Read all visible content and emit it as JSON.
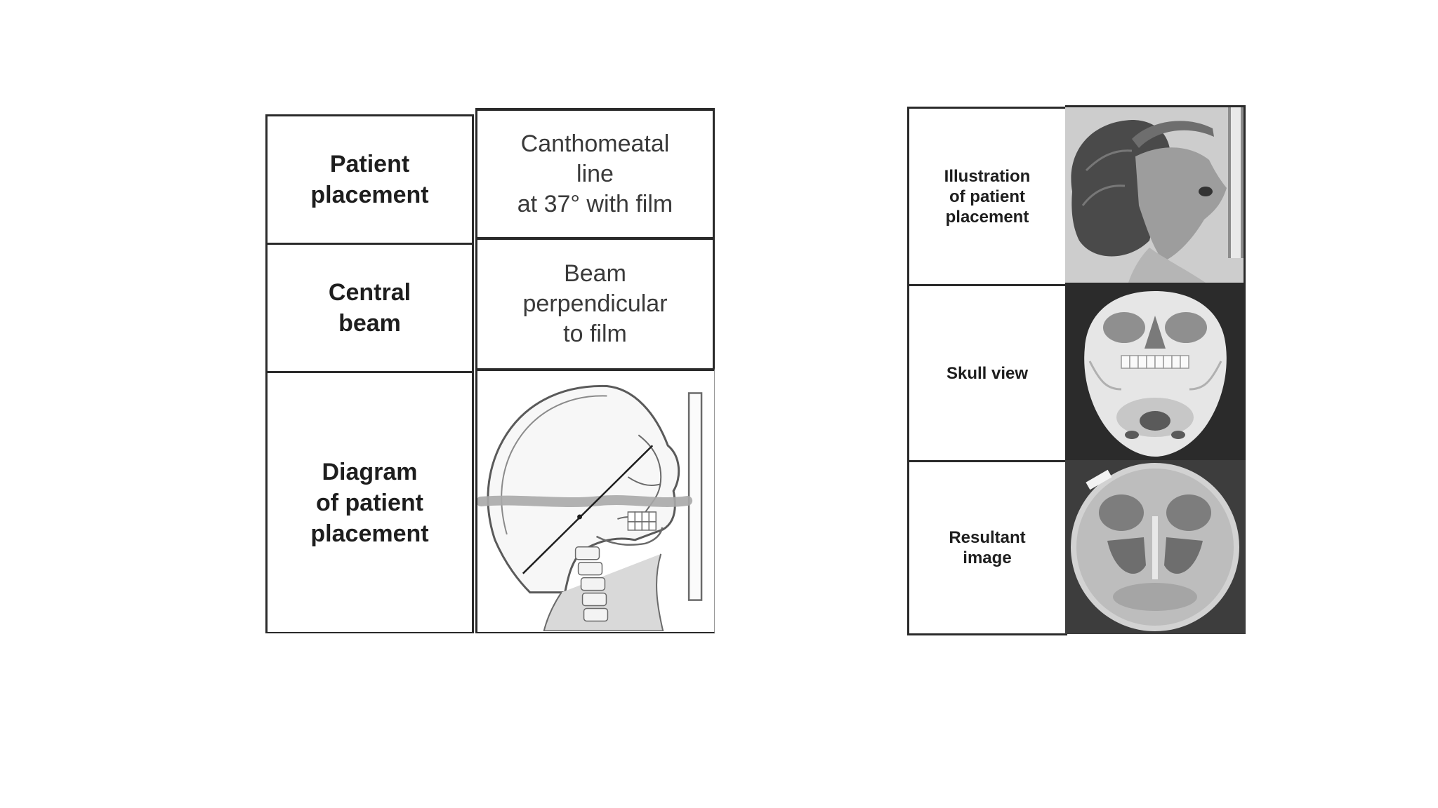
{
  "left_table": {
    "rows": [
      {
        "label": "Patient\nplacement",
        "value": "Canthomeatal\nline\nat 37° with film"
      },
      {
        "label": "Central\nbeam",
        "value": "Beam\nperpendicular\nto film"
      },
      {
        "label": "Diagram\nof patient\nplacement"
      }
    ]
  },
  "right_table": {
    "rows": [
      {
        "label": "Illustration\nof patient\nplacement"
      },
      {
        "label": "Skull view"
      },
      {
        "label": "Resultant\nimage"
      }
    ]
  },
  "colors": {
    "border": "#2a2a2a",
    "beam_band": "#a8a8a8",
    "photo_bg": "#cfcfcf",
    "dark_bg": "#2b2b2b"
  }
}
